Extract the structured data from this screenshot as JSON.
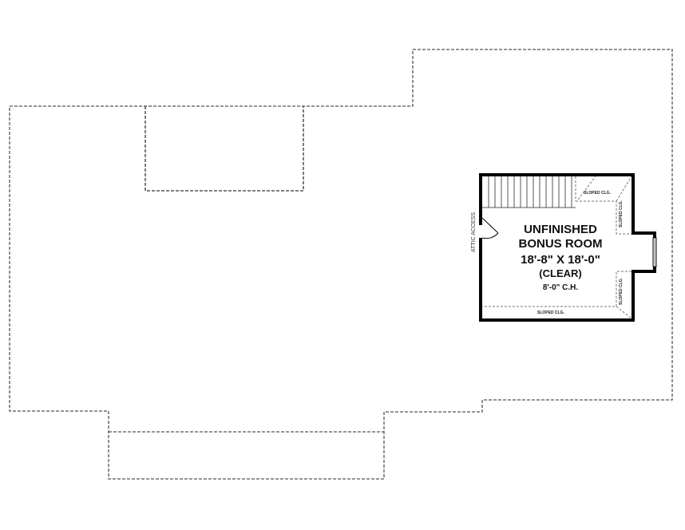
{
  "plan": {
    "room": {
      "name_line1": "UNFINISHED",
      "name_line2": "BONUS ROOM",
      "dimensions": "18'-8\" X 18'-0\"",
      "qualifier": "(CLEAR)",
      "ceiling_height": "8'-0\" C.H."
    },
    "labels": {
      "attic_access": "ATTIC ACCESS",
      "sloped_top": "SLOPED CLG.",
      "sloped_right_upper": "SLOPED CLG.",
      "sloped_right_lower": "SLOPED CLG.",
      "sloped_bottom": "SLOPED CLG."
    },
    "colors": {
      "wall": "#000000",
      "dashed_outline": "#555555",
      "background": "#ffffff"
    }
  }
}
